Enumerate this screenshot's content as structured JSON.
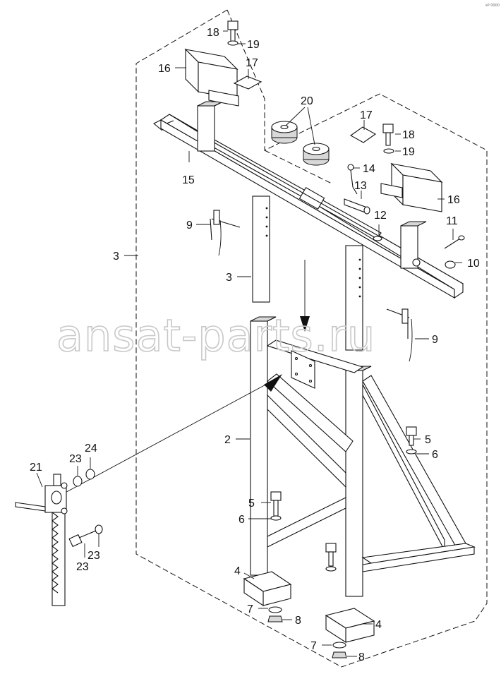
{
  "watermark": "ansat-parts.ru",
  "corner_mark": "sP 0000",
  "callouts": [
    {
      "id": "c18a",
      "text": "18"
    },
    {
      "id": "c19a",
      "text": "19"
    },
    {
      "id": "c16a",
      "text": "16"
    },
    {
      "id": "c17a",
      "text": "17"
    },
    {
      "id": "c20",
      "text": "20"
    },
    {
      "id": "c17b",
      "text": "17"
    },
    {
      "id": "c18b",
      "text": "18"
    },
    {
      "id": "c19b",
      "text": "19"
    },
    {
      "id": "c14",
      "text": "14"
    },
    {
      "id": "c13",
      "text": "13"
    },
    {
      "id": "c15",
      "text": "15"
    },
    {
      "id": "c16b",
      "text": "16"
    },
    {
      "id": "c12",
      "text": "12"
    },
    {
      "id": "c11",
      "text": "11"
    },
    {
      "id": "c9a",
      "text": "9"
    },
    {
      "id": "c3a",
      "text": "3"
    },
    {
      "id": "c10",
      "text": "10"
    },
    {
      "id": "c3b",
      "text": "3"
    },
    {
      "id": "c9b",
      "text": "9"
    },
    {
      "id": "c5a",
      "text": "5"
    },
    {
      "id": "c2",
      "text": "2"
    },
    {
      "id": "c6a",
      "text": "6"
    },
    {
      "id": "c24",
      "text": "24"
    },
    {
      "id": "c23a",
      "text": "23"
    },
    {
      "id": "c21",
      "text": "21"
    },
    {
      "id": "c5b",
      "text": "5"
    },
    {
      "id": "c6b",
      "text": "6"
    },
    {
      "id": "c23b",
      "text": "23"
    },
    {
      "id": "c23c",
      "text": "23"
    },
    {
      "id": "c4a",
      "text": "4"
    },
    {
      "id": "c7a",
      "text": "7"
    },
    {
      "id": "c8a",
      "text": "8"
    },
    {
      "id": "c4b",
      "text": "4"
    },
    {
      "id": "c7b",
      "text": "7"
    },
    {
      "id": "c8b",
      "text": "8"
    }
  ]
}
